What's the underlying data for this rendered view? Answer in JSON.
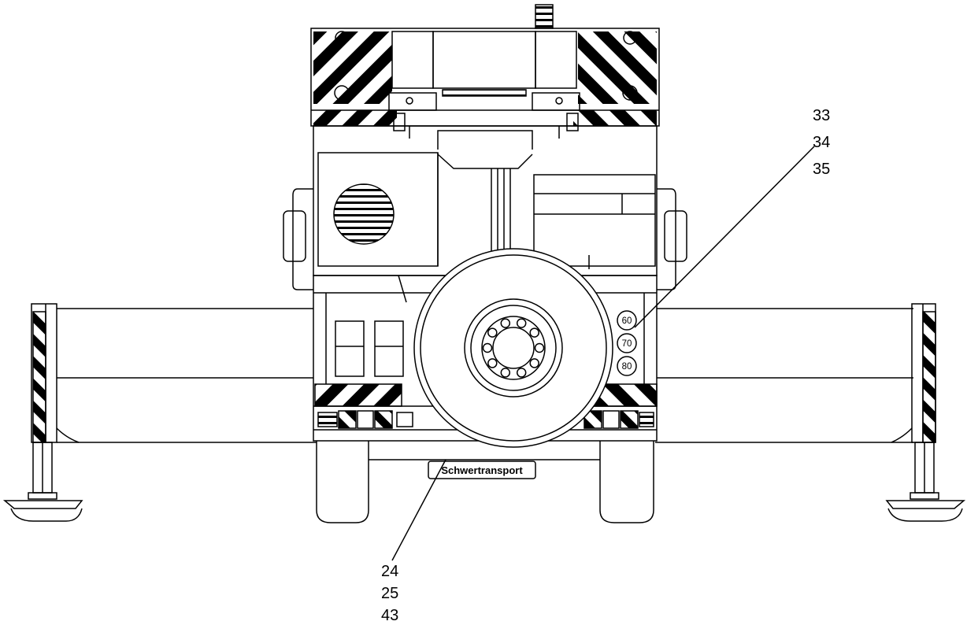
{
  "figure": {
    "callouts_right": [
      "33",
      "34",
      "35"
    ],
    "callouts_bottom": [
      "24",
      "25",
      "43"
    ],
    "sign_text": "Schwertransport",
    "speed_marks": [
      "60",
      "70",
      "80"
    ]
  },
  "colors": {
    "stroke": "#000000",
    "background": "#ffffff"
  }
}
